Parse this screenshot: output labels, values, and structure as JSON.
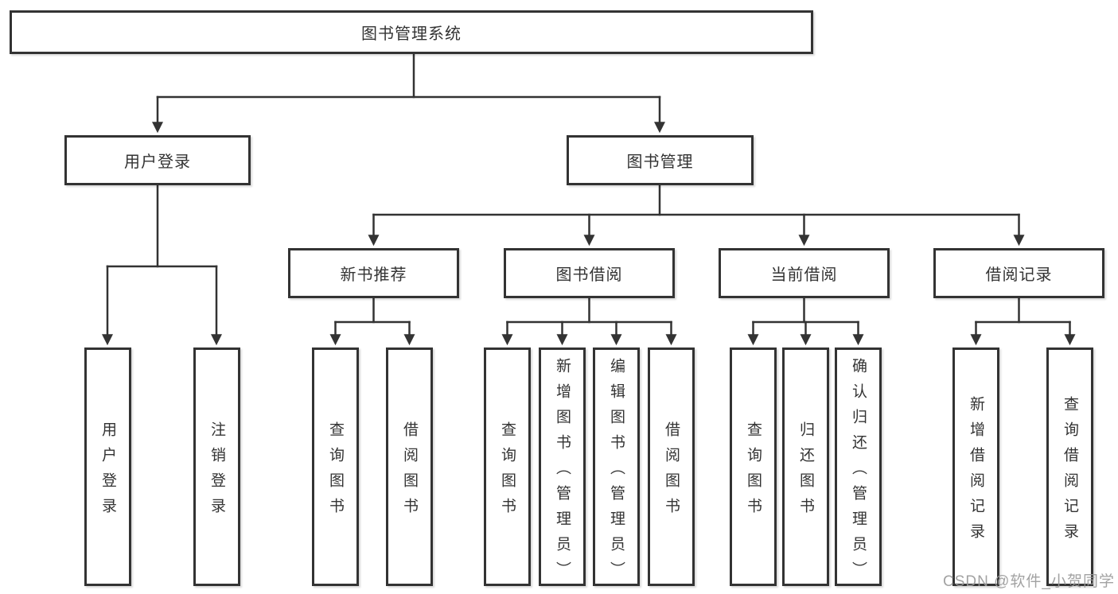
{
  "colors": {
    "line": "#333333",
    "text": "#333333",
    "box_background": "#ffffff",
    "watermark": "#9b9b9b",
    "page_background": "#ffffff"
  },
  "watermark": {
    "text": "CSDN @软件_小贺同学"
  },
  "tree": {
    "root": {
      "label": "图书管理系统"
    },
    "user_login": {
      "label": "用户登录",
      "children": [
        {
          "label": "用户登录"
        },
        {
          "label": "注销登录"
        }
      ]
    },
    "book_mgmt": {
      "label": "图书管理",
      "groups": [
        {
          "label": "新书推荐",
          "children": [
            {
              "label": "查询图书"
            },
            {
              "label": "借阅图书"
            }
          ]
        },
        {
          "label": "图书借阅",
          "children": [
            {
              "label": "查询图书"
            },
            {
              "label": "新增图书（管理员）"
            },
            {
              "label": "编辑图书（管理员）"
            },
            {
              "label": "借阅图书"
            }
          ]
        },
        {
          "label": "当前借阅",
          "children": [
            {
              "label": "查询图书"
            },
            {
              "label": "归还图书"
            },
            {
              "label": "确认归还（管理员）"
            }
          ]
        },
        {
          "label": "借阅记录",
          "children": [
            {
              "label": "新增借阅记录"
            },
            {
              "label": "查询借阅记录"
            }
          ]
        }
      ]
    }
  }
}
